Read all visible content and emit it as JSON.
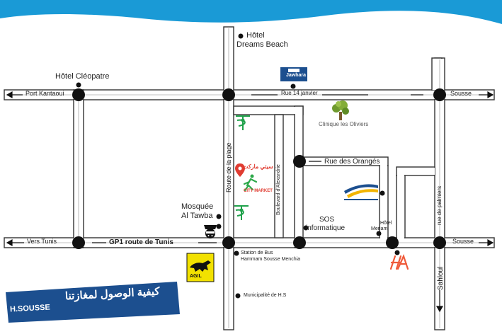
{
  "colors": {
    "wave": "#1a9ad6",
    "road_fill": "#ffffff",
    "road_edge": "#333333",
    "node": "#111111",
    "pharmacy": "#1fa14a",
    "banner": "#1c4f8f",
    "agil": "#f2e100",
    "ha_logo": "#ef5a3a",
    "city_market_pin": "#e03c31"
  },
  "hotels": {
    "dreams_beach_line1": "Hôtel",
    "dreams_beach_line2": "Dreams Beach",
    "cleopatre": "Hôtel Cléopatre",
    "jawhara": "Jawhara",
    "meriam_line1": "Hôtel",
    "meriam_line2": "Meriam"
  },
  "roads": {
    "port_kantaoui": "Port Kantaoui",
    "rue_14_janvier": "Rue 14 janvier",
    "sousse_top": "Sousse",
    "rue_des_oranges": "Rue des Orangés",
    "vers_tunis": "Vers Tunis",
    "gp1_route_de_tunis": "GP1 route de Tunis",
    "sousse_bottom": "Sousse",
    "route_de_la_plage": "Route de la plage",
    "boulevard_alexandrie": "Boulevard d'Alexandrie",
    "rue_de_palmiers": "rue de palmiers",
    "sahloul": "Sahloul"
  },
  "places": {
    "clinique": "Clinique les Oliviers",
    "city_market": "CITY MARKET",
    "city_market_arabic": "سيتي ماركت",
    "mosquee_line1": "Mosquée",
    "mosquee_line2": "Al Tawba",
    "sos_line1": "SOS",
    "sos_line2": "informatique",
    "station_line1": "Station de Bus",
    "station_line2": "Hammam Sousse Menchia",
    "municipalite": "Municipalité de H.S",
    "agil": "AGIL",
    "ha_logo": "HA"
  },
  "banner": {
    "city": "H.SOUSSE",
    "arabic": "كيفية الوصول لمغازتنا"
  },
  "icons": [
    "pharmacy-icon",
    "police-icon",
    "tree-icon",
    "location-pin-icon",
    "agil-panther-icon",
    "ha-logo-icon"
  ]
}
